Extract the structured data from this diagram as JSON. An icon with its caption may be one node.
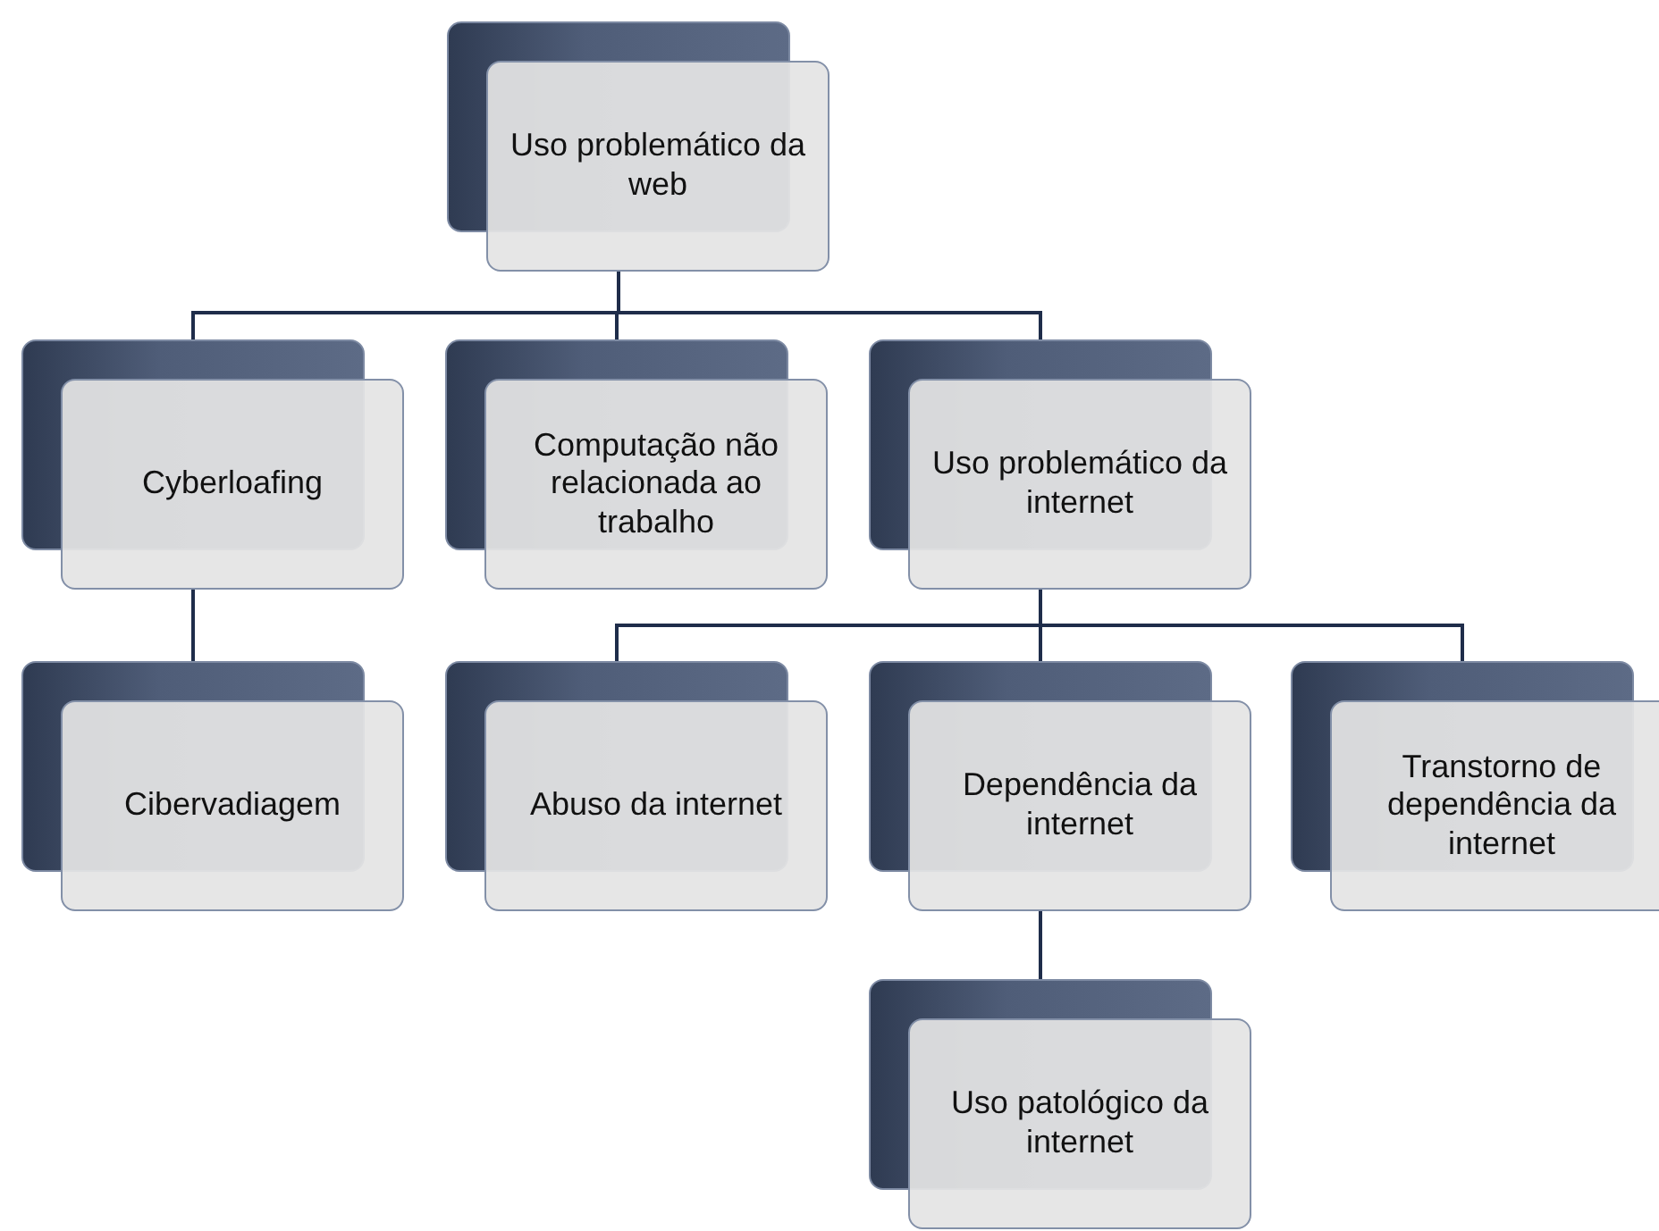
{
  "diagram": {
    "nodes": [
      {
        "text": [
          "Uso problemático da web"
        ]
      },
      {
        "text": [
          "Cyberloafing"
        ]
      },
      {
        "text": [
          "Computação não relacionada ao trabalho"
        ]
      },
      {
        "text": [
          "Uso problemático da internet"
        ]
      },
      {
        "text": [
          "Cibervadiagem"
        ]
      },
      {
        "text": [
          "Abuso da internet"
        ]
      },
      {
        "text": [
          "Dependência da internet"
        ]
      },
      {
        "text": [
          "Transtorno de dependência da internet"
        ]
      },
      {
        "text": [
          "Uso patológico da internet"
        ]
      }
    ],
    "edges": [
      {
        "from": 0,
        "to": 1,
        "arrow": "none"
      },
      {
        "from": 0,
        "to": 2,
        "arrow": "none"
      },
      {
        "from": 0,
        "to": 3,
        "arrow": "none"
      },
      {
        "from": 1,
        "to": 4,
        "arrow": "none"
      },
      {
        "from": 3,
        "to": 5,
        "arrow": "none"
      },
      {
        "from": 3,
        "to": 6,
        "arrow": "none"
      },
      {
        "from": 3,
        "to": 7,
        "arrow": "none"
      },
      {
        "from": 6,
        "to": 8,
        "arrow": "none"
      }
    ]
  }
}
